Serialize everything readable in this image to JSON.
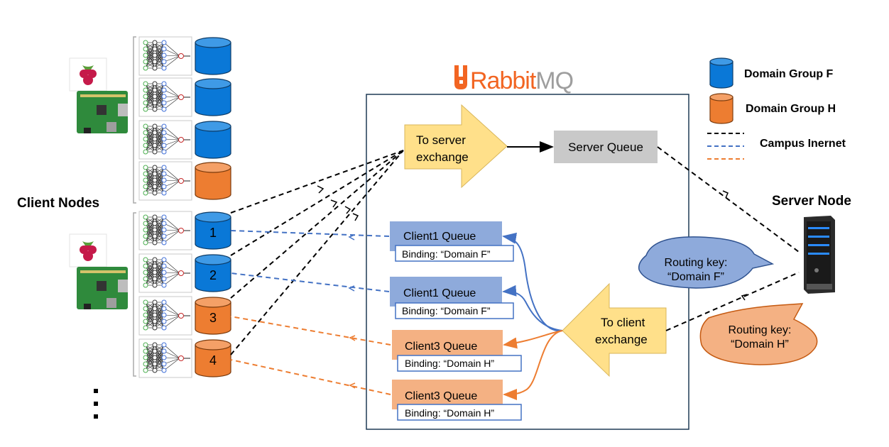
{
  "brand": {
    "name_part1": "Rabbit",
    "name_part2": "MQ"
  },
  "client_nodes_label": "Client Nodes",
  "server_node_label": "Server Node",
  "legend": {
    "domain_f": "Domain Group F",
    "domain_h": "Domain Group H",
    "network": "Campus Inernet"
  },
  "exchanges": {
    "to_server": [
      "To server",
      "exchange"
    ],
    "to_client": [
      "To client",
      "exchange"
    ]
  },
  "server_queue": "Server Queue",
  "client_queues": [
    {
      "name": "Client1 Queue",
      "binding": "Binding: “Domain F”"
    },
    {
      "name": "Client1 Queue",
      "binding": "Binding: “Domain F”"
    },
    {
      "name": "Client3 Queue",
      "binding": "Binding: “Domain H”"
    },
    {
      "name": "Client3 Queue",
      "binding": "Binding: “Domain H”"
    }
  ],
  "client_dbs": [
    "1",
    "2",
    "3",
    "4"
  ],
  "routing_keys": [
    {
      "line1": "Routing key:",
      "line2": "“Domain F”"
    },
    {
      "line1": "Routing key:",
      "line2": "“Domain H”"
    }
  ],
  "colors": {
    "blue": "#0a78d7",
    "orange": "#ed7d31",
    "queue_blue": "#8eaadb",
    "queue_orange": "#f4b183",
    "arrow_yellow": "#ffe08a",
    "server_queue": "#c9c9c9",
    "rabbit_orange": "#f26522"
  }
}
